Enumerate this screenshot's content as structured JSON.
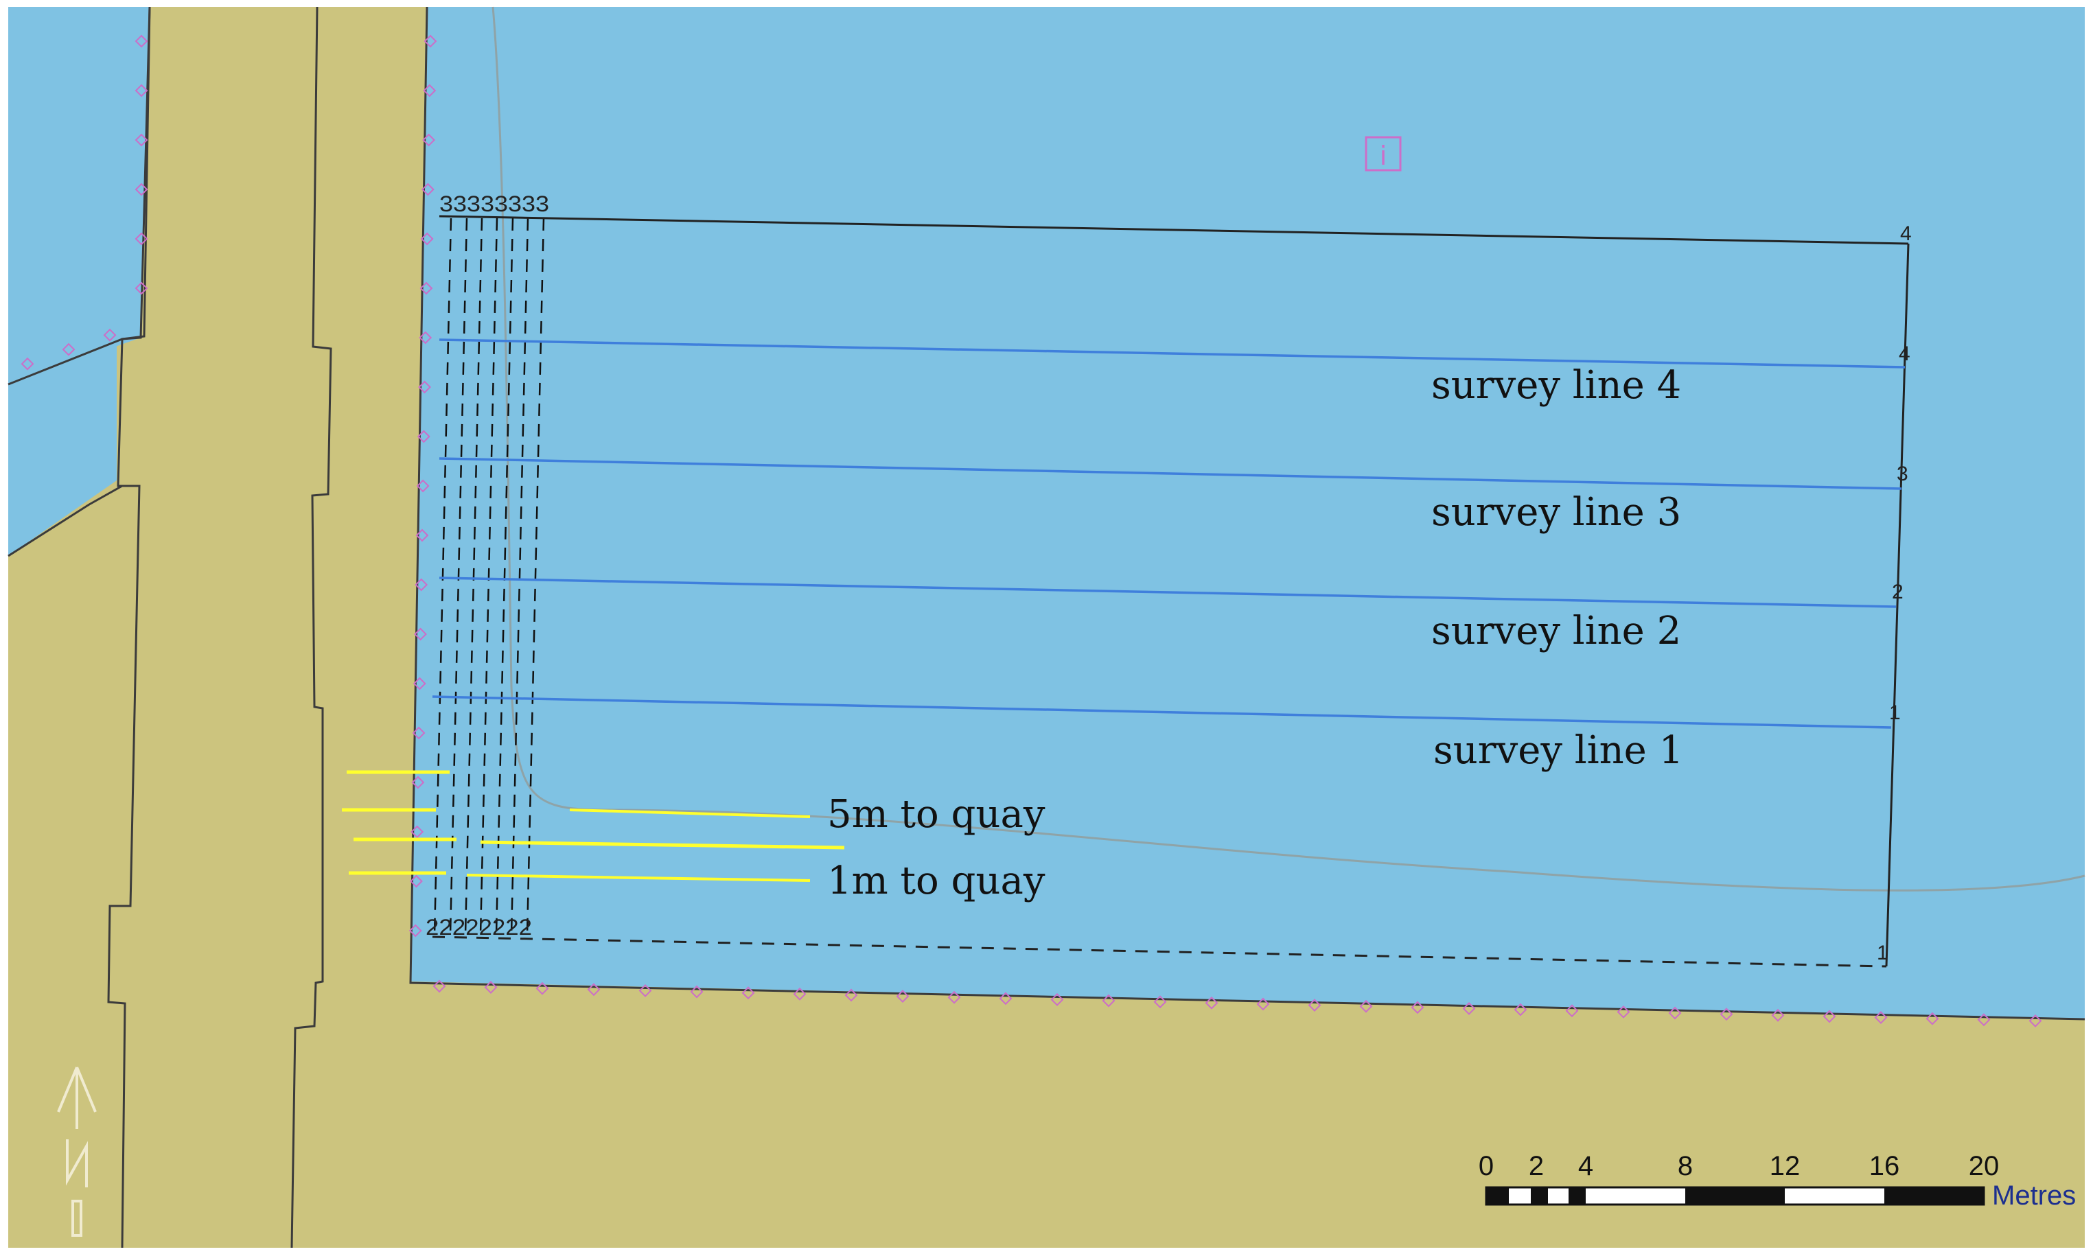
{
  "map": {
    "colors": {
      "water": "#7fc2e3",
      "land": "#ccc47e",
      "outline": "#3b3b3b",
      "survey_line": "#3f7fdc",
      "quay_marker": "#ffff2e",
      "hatch": "#111111",
      "boundary_symbol": "#cc6ec8",
      "contour": "#8fa3a7"
    },
    "survey_lines": [
      {
        "label": "survey line 4",
        "end_number": "4"
      },
      {
        "label": "survey line 3",
        "end_number": "3"
      },
      {
        "label": "survey line 2",
        "end_number": "2"
      },
      {
        "label": "survey line 1",
        "end_number": "1"
      }
    ],
    "corner_numbers": {
      "top_right": "4",
      "bottom_right": "1",
      "top_left_group": "33333333",
      "bottom_left_group": "22222222"
    },
    "quay_labels": {
      "five_m": "5m to quay",
      "one_m": "1m to quay"
    },
    "info_symbol": "i",
    "north_arrow": {
      "icon": "north-arrow-icon",
      "letter": "N"
    },
    "scale_bar": {
      "ticks": [
        "0",
        "2",
        "4",
        "8",
        "12",
        "16",
        "20"
      ],
      "unit": "Metres"
    }
  }
}
